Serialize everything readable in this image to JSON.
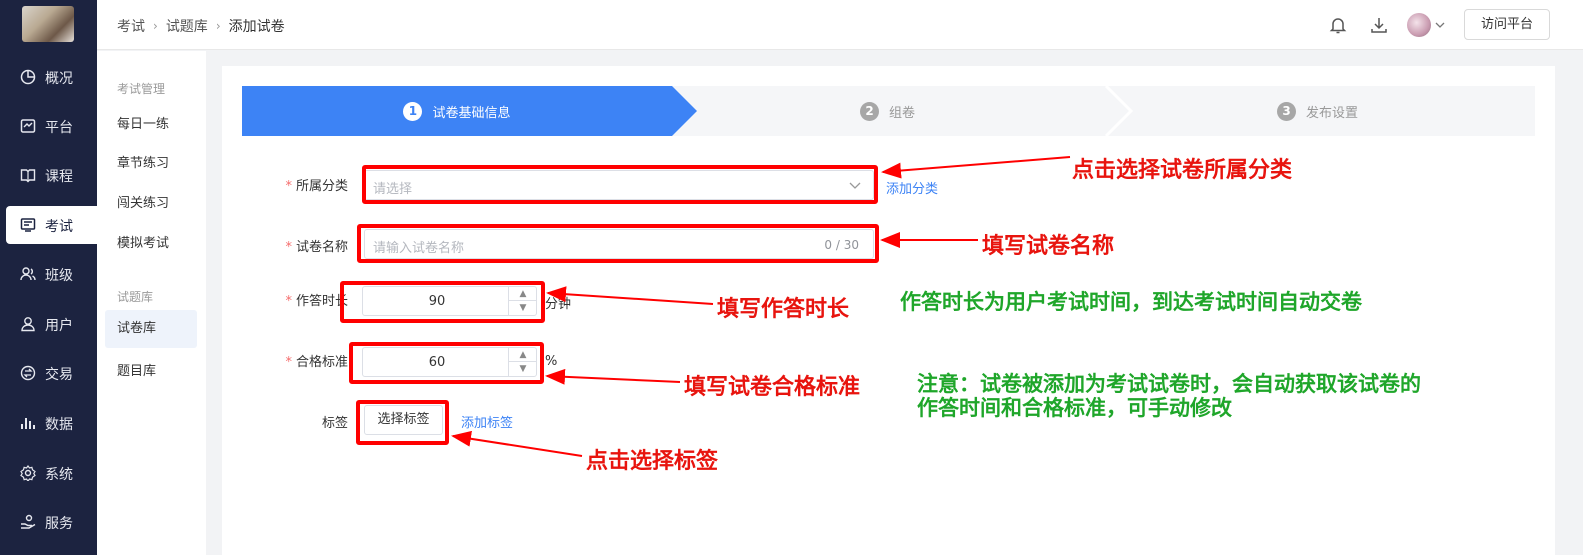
{
  "nav": {
    "items": [
      {
        "label": "概况",
        "icon": "pie-icon"
      },
      {
        "label": "平台",
        "icon": "platform-icon"
      },
      {
        "label": "课程",
        "icon": "book-icon"
      },
      {
        "label": "考试",
        "icon": "exam-icon",
        "active": true
      },
      {
        "label": "班级",
        "icon": "group-icon"
      },
      {
        "label": "用户",
        "icon": "user-icon"
      },
      {
        "label": "交易",
        "icon": "exchange-icon"
      },
      {
        "label": "数据",
        "icon": "bar-chart-icon"
      },
      {
        "label": "系统",
        "icon": "gear-icon"
      },
      {
        "label": "服务",
        "icon": "service-icon"
      }
    ]
  },
  "header": {
    "breadcrumb": [
      "考试",
      "试题库",
      "添加试卷"
    ],
    "visit_button": "访问平台"
  },
  "submenu": {
    "group1": "考试管理",
    "group1_items": [
      "每日一练",
      "章节练习",
      "闯关练习",
      "模拟考试"
    ],
    "group2": "试题库",
    "group2_items": [
      "试卷库",
      "题目库"
    ]
  },
  "steps": [
    {
      "num": "1",
      "label": "试卷基础信息",
      "active": true
    },
    {
      "num": "2",
      "label": "组卷"
    },
    {
      "num": "3",
      "label": "发布设置"
    }
  ],
  "form": {
    "category": {
      "label": "所属分类",
      "placeholder": "请选择",
      "link": "添加分类"
    },
    "name": {
      "label": "试卷名称",
      "placeholder": "请输入试卷名称",
      "counter": "0 / 30"
    },
    "duration": {
      "label": "作答时长",
      "value": "90",
      "unit": "分钟"
    },
    "pass": {
      "label": "合格标准",
      "value": "60",
      "unit": "%"
    },
    "tags": {
      "label": "标签",
      "button": "选择标签",
      "link": "添加标签"
    }
  },
  "annotations": {
    "category": "点击选择试卷所属分类",
    "name": "填写试卷名称",
    "duration": "填写作答时长",
    "duration_note": "作答时长为用户考试时间，到达考试时间自动交卷",
    "pass": "填写试卷合格标准",
    "note_line1": "注意：试卷被添加为考试试卷时，会自动获取该试卷的",
    "note_line2": "作答时间和合格标准，可手动修改",
    "tags": "点击选择标签"
  },
  "colors": {
    "nav_bg": "#1c2340",
    "accent": "#3d83f5",
    "annotation_red": "#ff0000",
    "annotation_green": "#1fa62a"
  }
}
